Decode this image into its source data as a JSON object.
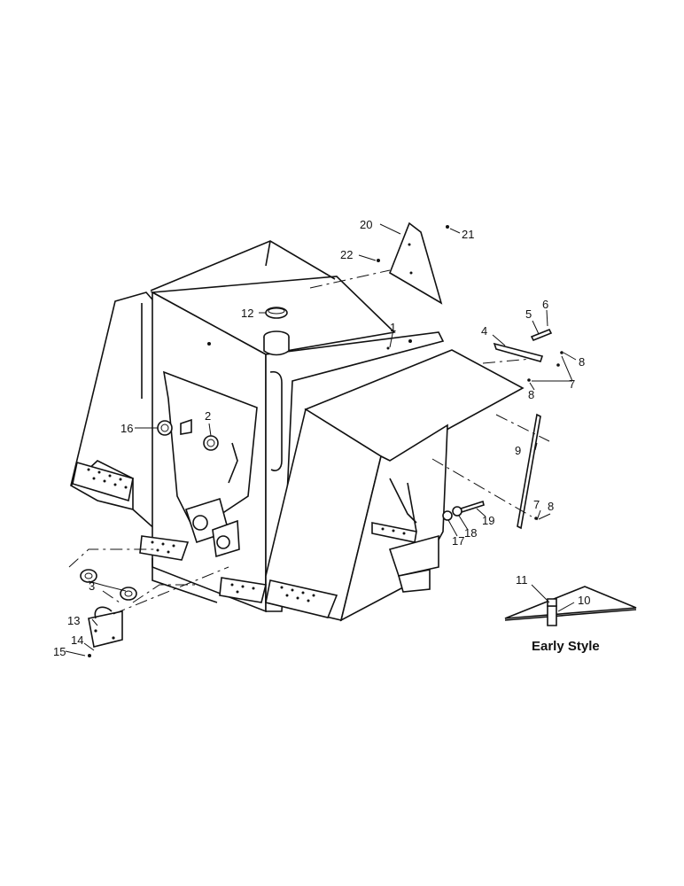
{
  "callouts": {
    "c1": "1",
    "c2": "2",
    "c3": "3",
    "c4": "4",
    "c5": "5",
    "c6": "6",
    "c7a": "7",
    "c7b": "7",
    "c8a": "8",
    "c8b": "8",
    "c8c": "8",
    "c9": "9",
    "c10": "10",
    "c11": "11",
    "c12": "12",
    "c13": "13",
    "c14": "14",
    "c15": "15",
    "c16": "16",
    "c17": "17",
    "c18": "18",
    "c19": "19",
    "c20": "20",
    "c21": "21",
    "c22": "22"
  },
  "inset": {
    "caption": "Early Style"
  }
}
